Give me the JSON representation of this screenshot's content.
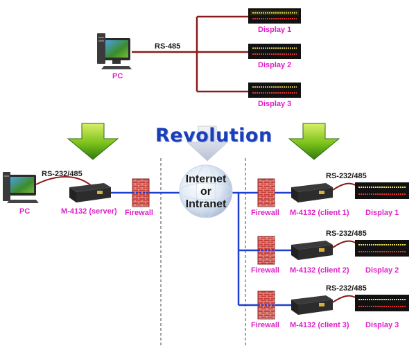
{
  "top": {
    "pc": "PC",
    "bus": "RS-485",
    "displays": [
      "Display 1",
      "Display 2",
      "Display 3"
    ]
  },
  "headline": "Revolution",
  "cloud": {
    "line1": "Internet",
    "line2": "or",
    "line3": "Intranet"
  },
  "bottom": {
    "pc": "PC",
    "server_link": "RS-232/485",
    "server": "M-4132 (server)",
    "server_firewall": "Firewall",
    "clients": [
      {
        "firewall": "Firewall",
        "device": "M-4132 (client 1)",
        "link": "RS-232/485",
        "display": "Display 1"
      },
      {
        "firewall": "Firewall",
        "device": "M-4132 (client 2)",
        "link": "RS-232/485",
        "display": "Display 2"
      },
      {
        "firewall": "Firewall",
        "device": "M-4132 (client 3)",
        "link": "RS-232/485",
        "display": "Display 3"
      }
    ]
  },
  "colors": {
    "rs485_line": "#8b1a1a",
    "network_line": "#1f3fd0",
    "label_magenta": "#e020c8",
    "revolution_blue": "#1a3fb8"
  }
}
